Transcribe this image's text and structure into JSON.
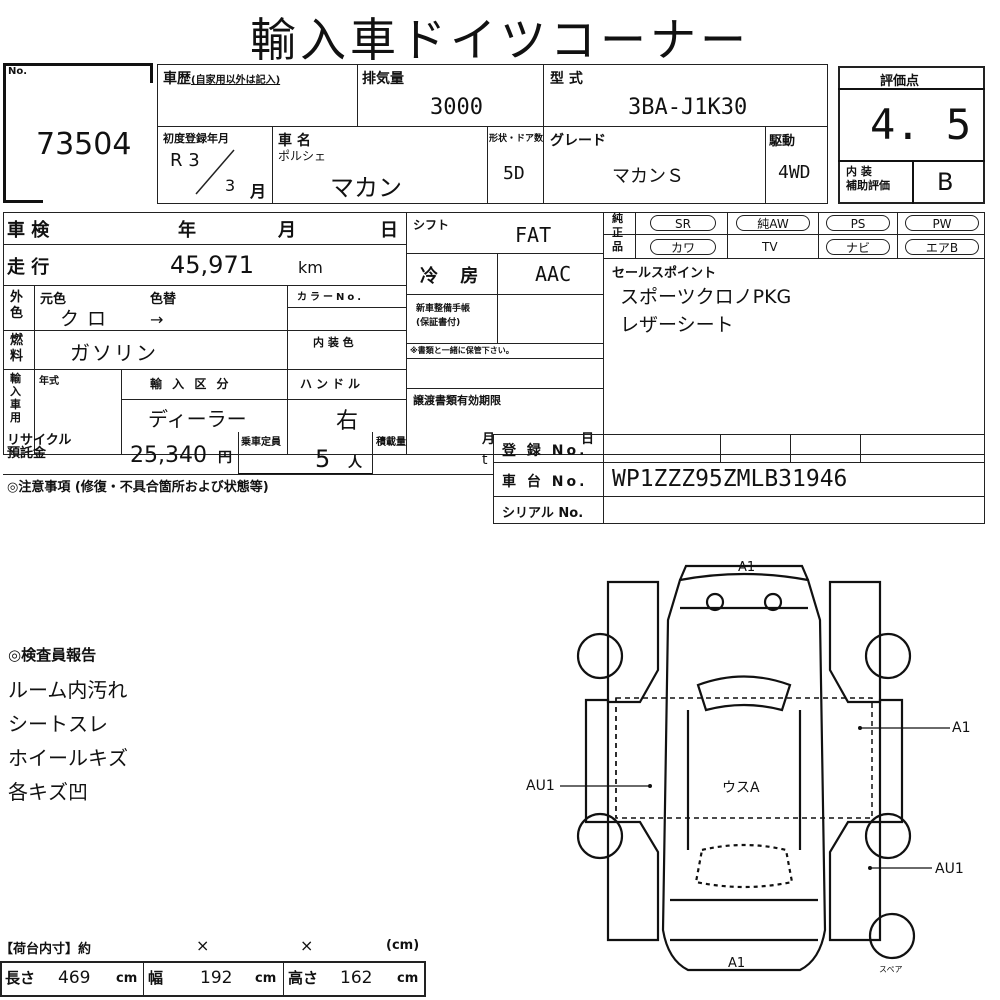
{
  "title": "輸入車ドイツコーナー",
  "no": {
    "label": "No.",
    "value": "73504"
  },
  "history": {
    "label": "車歴",
    "note": "(自家用以外は記入)"
  },
  "displacement": {
    "label": "排気量",
    "value": "3000"
  },
  "model_code": {
    "label": "型 式",
    "value": "3BA-J1K30"
  },
  "score": {
    "label": "評価点",
    "value": "4. 5",
    "interior_label": "内 装\n補助評価",
    "interior_value": "B"
  },
  "first_reg": {
    "label": "初度登録年月",
    "era": "R 3",
    "month": "3",
    "month_unit": "月"
  },
  "car_name": {
    "label": "車 名",
    "maker": "ポルシェ",
    "value": "マカン"
  },
  "doors": {
    "label": "形状・ドア数",
    "value": "5D"
  },
  "grade": {
    "label": "グレード",
    "value": "マカンＳ"
  },
  "drive": {
    "label": "駆動",
    "value": "4WD"
  },
  "inspection": {
    "label": "車 検",
    "year": "年",
    "month": "月",
    "day": "日"
  },
  "shift": {
    "label": "シフト",
    "value": "FAT"
  },
  "mileage": {
    "label": "走 行",
    "value": "45,971",
    "unit": "km"
  },
  "aircon": {
    "label": "冷 房",
    "value": "AAC"
  },
  "equipment": {
    "label": "純\n正\n品",
    "row1": [
      "SR",
      "純AW",
      "PS",
      "PW"
    ],
    "row2": [
      "カワ",
      "TV",
      "ナビ",
      "エアB"
    ]
  },
  "exterior": {
    "label": "外\n色",
    "orig_label": "元色",
    "change_label": "色替",
    "color_no_label": "カラーNo.",
    "orig_value": "クロ",
    "arrow": "→"
  },
  "service_book": {
    "label": "新車整備手帳\n(保証書付)",
    "note": "※書類と一緒に保管下さい。"
  },
  "sales_point": {
    "label": "セールスポイント",
    "items": [
      "スポーツクロノPKG",
      "レザーシート"
    ]
  },
  "fuel": {
    "label": "燃\n料",
    "value": "ガソリン",
    "interior_color_label": "内 装 色"
  },
  "import": {
    "label": "輸\n入\n車\n用",
    "year_label": "年式",
    "class_label": "輸 入 区 分",
    "class_value": "ディーラー",
    "handle_label": "ハンドル",
    "handle_value": "右"
  },
  "transfer": {
    "label": "譲渡書類有効期限",
    "month": "月",
    "day": "日"
  },
  "recycle": {
    "label": "リサイクル\n預託金",
    "value": "25,340",
    "unit": "円"
  },
  "capacity": {
    "label": "乗車定員",
    "value": "5",
    "unit": "人"
  },
  "load": {
    "label": "積載量",
    "unit": "t"
  },
  "registration": {
    "label": "登 録 No."
  },
  "chassis": {
    "label": "車 台 No.",
    "value": "WP1ZZZ95ZMLB31946"
  },
  "serial": {
    "label": "シリアル No."
  },
  "notes_label": "◎注意事項 (修復・不具合箇所および状態等)",
  "inspector": {
    "title": "◎検査員報告",
    "items": [
      "ルーム内汚れ",
      "シートスレ",
      "ホイールキズ",
      "各キズ凹"
    ]
  },
  "cargo": {
    "header": "【荷台内寸】約",
    "x1": "×",
    "x2": "×",
    "unit_cm": "(cm)",
    "length_label": "長さ",
    "length": "469",
    "width_label": "幅",
    "width": "192",
    "height_label": "高さ",
    "height": "162",
    "cm": "cm"
  },
  "diagram": {
    "top": "A1",
    "right_upper": "A1",
    "left": "AU1",
    "center": "ウスA",
    "right_lower": "AU1",
    "bottom": "A1",
    "spare": "スペア"
  }
}
